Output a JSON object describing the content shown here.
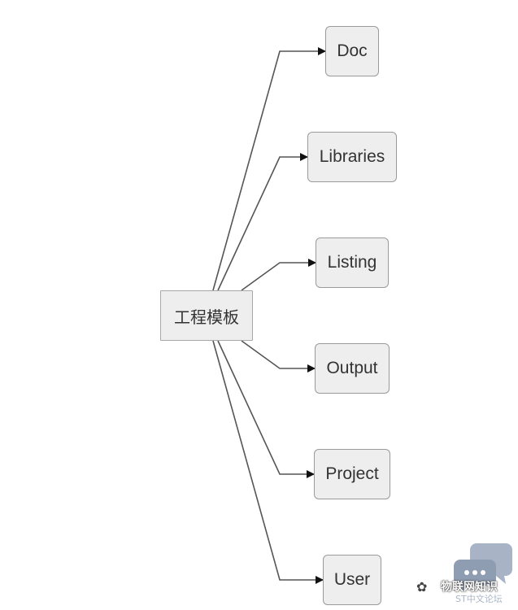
{
  "diagram": {
    "root": {
      "id": "root",
      "label": "工程模板"
    },
    "children": [
      {
        "id": "doc",
        "label": "Doc"
      },
      {
        "id": "libraries",
        "label": "Libraries"
      },
      {
        "id": "listing",
        "label": "Listing"
      },
      {
        "id": "output",
        "label": "Output"
      },
      {
        "id": "project",
        "label": "Project"
      },
      {
        "id": "user",
        "label": "User"
      }
    ],
    "edge_color": "#555555",
    "node_fill": "#eeeeee",
    "node_border": "#9a9a9a"
  },
  "watermark": {
    "icon": "wechat-icon",
    "name": "物联网知识",
    "site": "ST中文论坛"
  }
}
